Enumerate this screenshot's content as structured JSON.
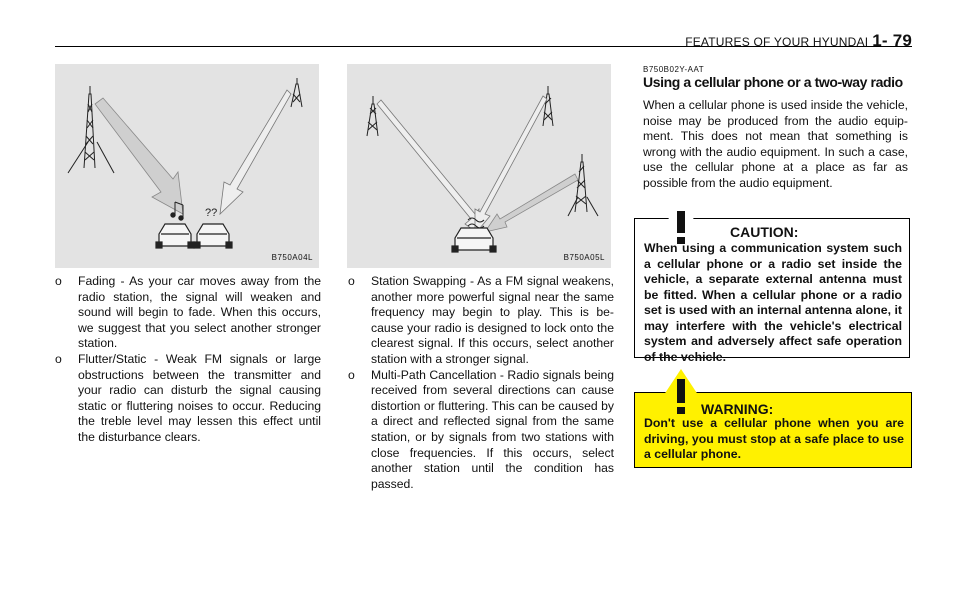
{
  "header": {
    "title": "FEATURES OF YOUR HYUNDAI",
    "page": "1- 79"
  },
  "figures": [
    {
      "code": "B750A04L",
      "annotation": "??"
    },
    {
      "code": "B750A05L"
    }
  ],
  "column1": {
    "bullets": [
      {
        "mark": "o",
        "text": "Fading - As your car moves away from the radio station, the signal will weaken and sound will begin to fade. When this occurs, we suggest that you select another stronger station."
      },
      {
        "mark": "o",
        "text": "Flutter/Static - Weak FM signals or large obstructions between the transmitter and your radio can disturb the signal causing static or fluttering noises to occur. Reducing the treble level may lessen this effect until the disturbance clears."
      }
    ]
  },
  "column2": {
    "bullets": [
      {
        "mark": "o",
        "text": "Station Swapping - As a FM signal weakens, another more powerful signal near the same frequency may begin to play. This is be- cause your radio is designed to lock onto the clearest signal. If this occurs, select another station with a stronger signal."
      },
      {
        "mark": "o",
        "text": "Multi-Path Cancellation - Radio signals being received from several directions can cause distortion or fluttering. This can be caused by a direct and reflected signal from the same station, or by signals from two stations with close frequencies. If this occurs, select another station until the condition has passed."
      }
    ]
  },
  "section": {
    "code": "B750B02Y-AAT",
    "title": "Using a cellular phone or a two-way radio",
    "body": "When a cellular phone is used inside the vehicle, noise may be produced from the audio equip- ment. This does not mean that something is wrong with the audio equipment. In such a case, use the cellular phone at a place as far as possible from the audio equipment."
  },
  "caution": {
    "title": "CAUTION:",
    "body": "When using a communication system such a cellular phone or a radio set inside the vehicle, a separate external antenna must be fitted. When a cellular phone or a radio set is used with an internal antenna alone, it may interfere with the vehicle's electrical system and adversely affect safe operation of the vehicle."
  },
  "warning": {
    "title": "WARNING:",
    "body": "Don't use a cellular phone when you are driving, you must stop at a safe place to use a cellular phone.",
    "color": "#fff100"
  }
}
